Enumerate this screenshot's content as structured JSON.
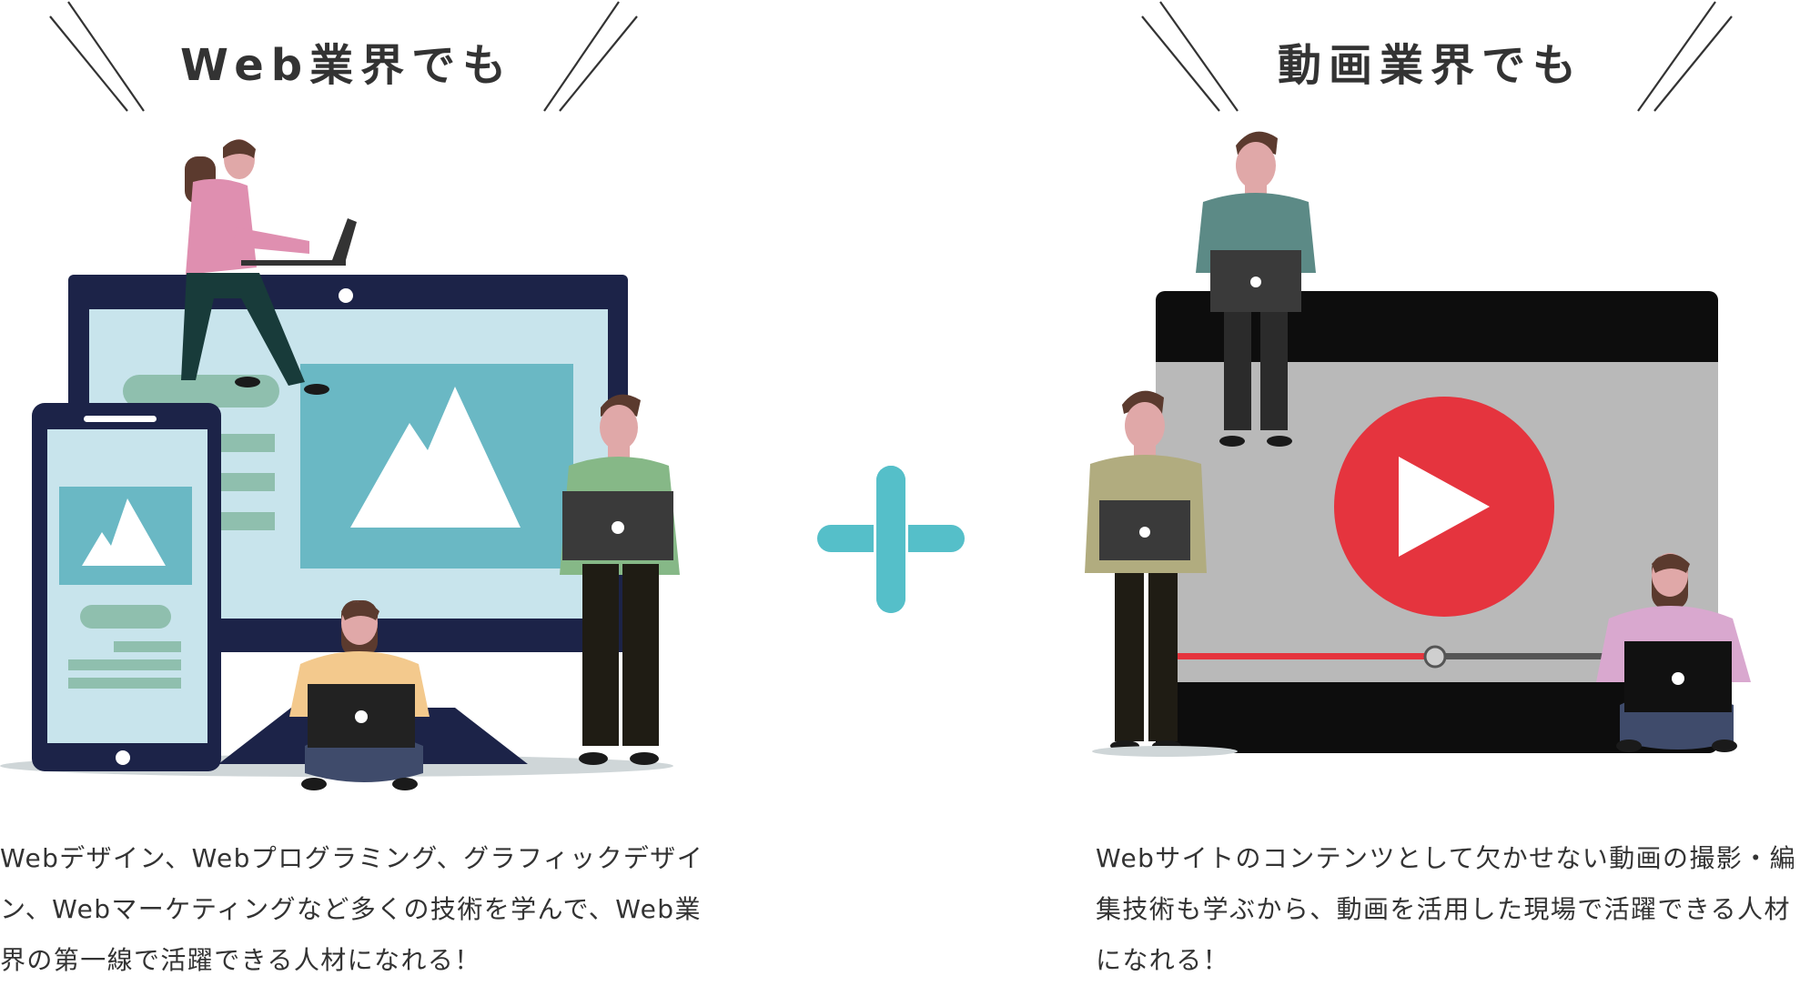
{
  "left": {
    "heading": "Web業界でも",
    "description": "Webデザイン、Webプログラミング、グラフィックデザイン、Webマーケティングなど多くの技術を学んで、Web業界の第一線で活躍できる人材になれる！"
  },
  "right": {
    "heading": "動画業界でも",
    "description": "Webサイトのコンテンツとして欠かせない動画の撮影・編集技術も学ぶから、動画を活用した現場で活躍できる人材になれる！"
  },
  "icons": [
    "mountain-image-icon",
    "play-icon",
    "plus-icon"
  ],
  "colors": {
    "text": "#333333",
    "navy": "#1c2348",
    "screen": "#c8e4ec",
    "teal_image": "#6ab8c4",
    "plus": "#55bfc9",
    "play_red": "#e5343e",
    "video_grey": "#b9b9b9",
    "laptop": "#3a3a3a"
  }
}
